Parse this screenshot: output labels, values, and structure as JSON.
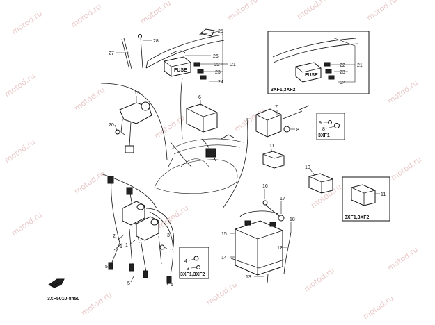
{
  "watermark": "motod.ru",
  "callouts": [
    "1",
    "2",
    "3",
    "4",
    "5",
    "6",
    "7",
    "8",
    "9",
    "10",
    "11",
    "12",
    "13",
    "14",
    "15",
    "16",
    "17",
    "18",
    "19",
    "20",
    "21",
    "22",
    "23",
    "24",
    "25",
    "26",
    "27",
    "28"
  ],
  "variant_labels": {
    "box_top_right": "3XF1,3XF2",
    "box_small_mid": "3XF1",
    "box_right": "3XF1,3XF2",
    "box_bottom": "3XF1,3XF2"
  },
  "fuse_text": "FUSE",
  "diagram_code": "3XF5010-8450"
}
